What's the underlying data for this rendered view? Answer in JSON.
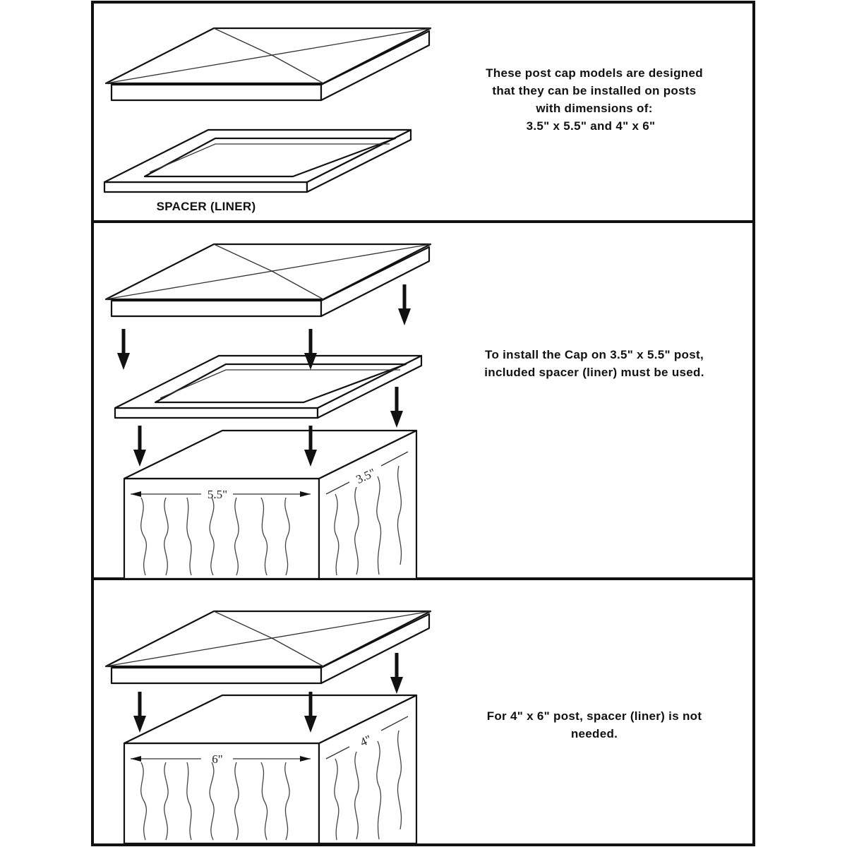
{
  "panel1": {
    "description_lines": [
      "These post cap models are designed",
      "that they can be installed on posts",
      "with dimensions of:",
      "3.5\" x 5.5\" and 4\" x 6\""
    ],
    "spacer_label": "SPACER (LINER)"
  },
  "panel2": {
    "instruction_lines": [
      "To install the Cap on 3.5\" x 5.5\" post,",
      "included spacer (liner) must be used."
    ],
    "width_label": "5.5\"",
    "depth_label": "3.5\""
  },
  "panel3": {
    "instruction_lines": [
      "For 4\" x 6\" post, spacer (liner) is not",
      "needed."
    ],
    "width_label": "6\"",
    "depth_label": "4\""
  }
}
